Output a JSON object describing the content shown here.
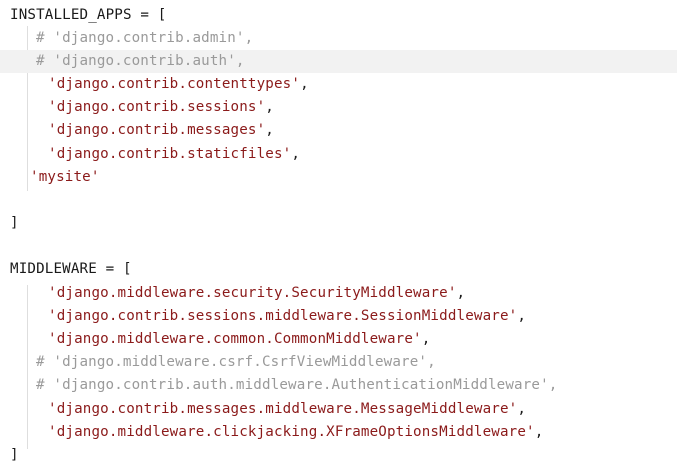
{
  "code": {
    "lines": [
      {
        "text": "INSTALLED_APPS = ["
      },
      {
        "text": "# 'django.contrib.admin',"
      },
      {
        "text": "# 'django.contrib.auth',"
      },
      {
        "text": "'django.contrib.contenttypes'"
      },
      {
        "text": "'django.contrib.sessions'"
      },
      {
        "text": "'django.contrib.messages'"
      },
      {
        "text": "'django.contrib.staticfiles'"
      },
      {
        "text": "'mysite'"
      },
      {
        "text": ""
      },
      {
        "text": "]"
      },
      {
        "text": ""
      },
      {
        "text": "MIDDLEWARE = ["
      },
      {
        "text": "'django.middleware.security.SecurityMiddleware'"
      },
      {
        "text": "'django.contrib.sessions.middleware.SessionMiddleware'"
      },
      {
        "text": "'django.middleware.common.CommonMiddleware'"
      },
      {
        "text": "# 'django.middleware.csrf.CsrfViewMiddleware',"
      },
      {
        "text": "# 'django.contrib.auth.middleware.AuthenticationMiddleware',"
      },
      {
        "text": "'django.contrib.messages.middleware.MessageMiddleware'"
      },
      {
        "text": "'django.middleware.clickjacking.XFrameOptionsMiddleware'"
      },
      {
        "text": "]"
      }
    ],
    "comma": ","
  },
  "colors": {
    "string": "#8b1a1a",
    "comment": "#9a9a9a",
    "text": "#1a1a1a",
    "current_line_bg": "#f2f2f2",
    "indent_guide": "#dedede"
  }
}
